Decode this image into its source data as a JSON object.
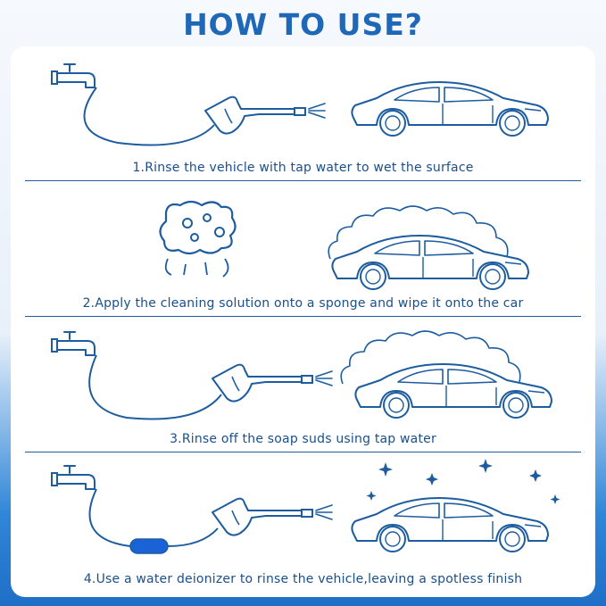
{
  "title": "HOW TO USE?",
  "colors": {
    "accent": "#1f68b8",
    "line": "#1d5d9f",
    "deionizer": "#1a63d6"
  },
  "steps": [
    {
      "caption": "1.Rinse the vehicle with tap water to wet the surface",
      "icons": [
        "tap-icon",
        "hose-icon",
        "spray-gun-icon",
        "water-spray-icon",
        "car-icon"
      ]
    },
    {
      "caption": "2.Apply the cleaning solution onto a sponge and wipe it onto the car",
      "icons": [
        "sponge-icon",
        "foam-icon",
        "car-icon"
      ]
    },
    {
      "caption": "3.Rinse off the soap suds using tap water",
      "icons": [
        "tap-icon",
        "hose-icon",
        "spray-gun-icon",
        "water-spray-icon",
        "foam-icon",
        "car-icon"
      ]
    },
    {
      "caption": "4.Use a water deionizer to rinse the vehicle,leaving a spotless finish",
      "icons": [
        "tap-icon",
        "hose-icon",
        "deionizer-icon",
        "spray-gun-icon",
        "water-spray-icon",
        "sparkle-icon",
        "car-icon"
      ]
    }
  ]
}
